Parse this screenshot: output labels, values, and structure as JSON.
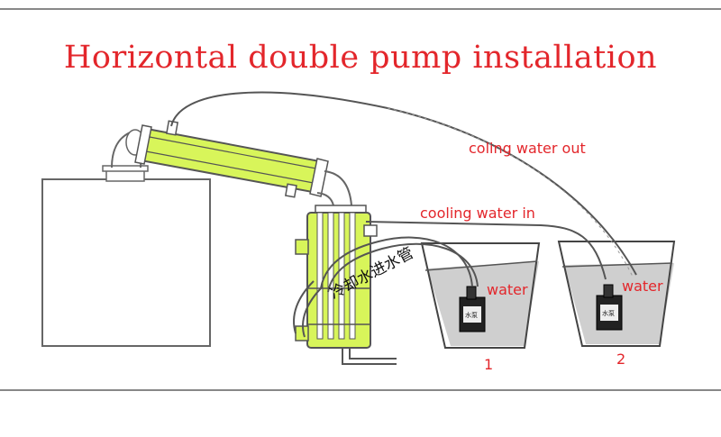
{
  "title": "Horizontal double pump installation",
  "labels": {
    "coling_water_out": "coling water out",
    "cooling_water_in": "cooling water in",
    "water_1": "water",
    "water_2": "water",
    "bucket_1_number": "1",
    "bucket_2_number": "2",
    "inlet_pipe_chinese": "冷却水进水管",
    "pump_1_chinese": "水泵",
    "pump_2_chinese": "水泵"
  },
  "colors": {
    "title": "#e3262b",
    "labels": "#e3262b",
    "condenser_green": "#d8f55a",
    "tube_outline": "#555555",
    "water_fill": "#cfcfcf"
  }
}
